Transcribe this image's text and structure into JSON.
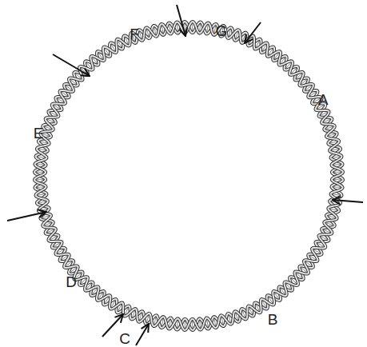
{
  "diagram": {
    "labels": [
      "F",
      "G",
      "A",
      "E",
      "D",
      "C",
      "B"
    ]
  }
}
